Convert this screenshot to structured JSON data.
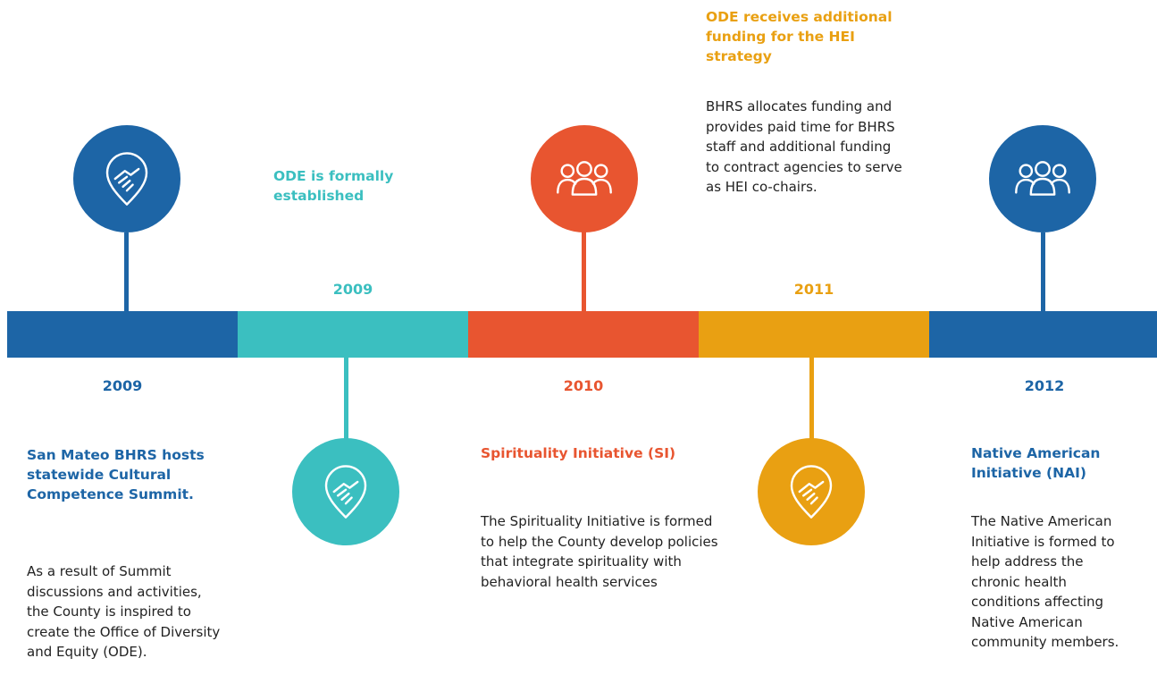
{
  "colors": {
    "blue": "#1d65a6",
    "teal": "#3bbfc0",
    "orange": "#e85530",
    "gold": "#e9a012"
  },
  "icons": [
    "handshake-pin-icon",
    "handshake-pin-icon",
    "people-group-icon",
    "handshake-pin-icon",
    "people-group-icon"
  ],
  "events": [
    {
      "year": "2009",
      "title": "San Mateo BHRS hosts statewide Cultural Competence Summit.",
      "body": "As a result of Summit discussions and activities, the County is inspired to create the Office of Diversity and Equity (ODE)."
    },
    {
      "year": "2009",
      "title": "ODE is formally established",
      "body": ""
    },
    {
      "year": "2010",
      "title": "Spirituality Initiative (SI)",
      "body": "The Spirituality Initiative is formed to help the County develop policies that integrate spirituality with behavioral health services"
    },
    {
      "year": "2011",
      "title": "ODE receives additional funding for the HEI strategy",
      "body": "BHRS allocates funding and provides paid time for BHRS staff and additional funding to contract agencies to serve as HEI co-chairs."
    },
    {
      "year": "2012",
      "title": "Native American Initiative (NAI)",
      "body": "The Native American Initiative is formed to help address the chronic health conditions affecting Native American community members."
    }
  ]
}
